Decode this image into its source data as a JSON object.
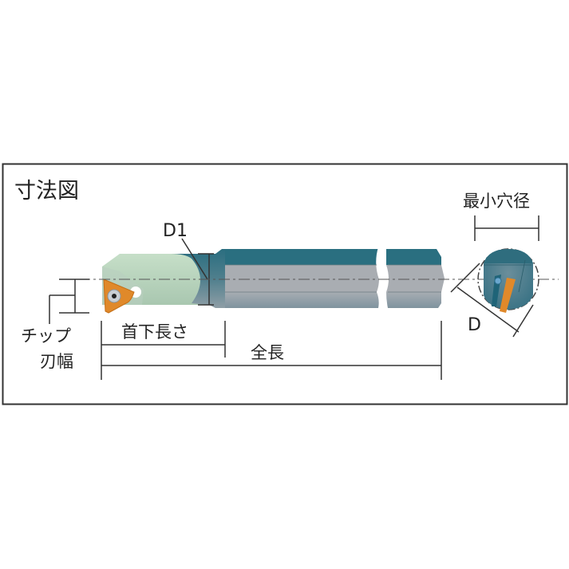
{
  "title": "寸法図",
  "labels": {
    "d1": "D1",
    "min_bore": "最小穴径",
    "d": "D",
    "neck_length": "首下長さ",
    "overall_length": "全長",
    "tip_width_line1": "チップ",
    "tip_width_line2": "刃幅"
  },
  "colors": {
    "frame": "#333333",
    "shank_top": "#2a6f80",
    "shank_face": "#a9adb2",
    "shank_bottom": "#8e9aa2",
    "head_green": "#bcd8c0",
    "insert_orange": "#e0892a",
    "background": "#ffffff"
  }
}
